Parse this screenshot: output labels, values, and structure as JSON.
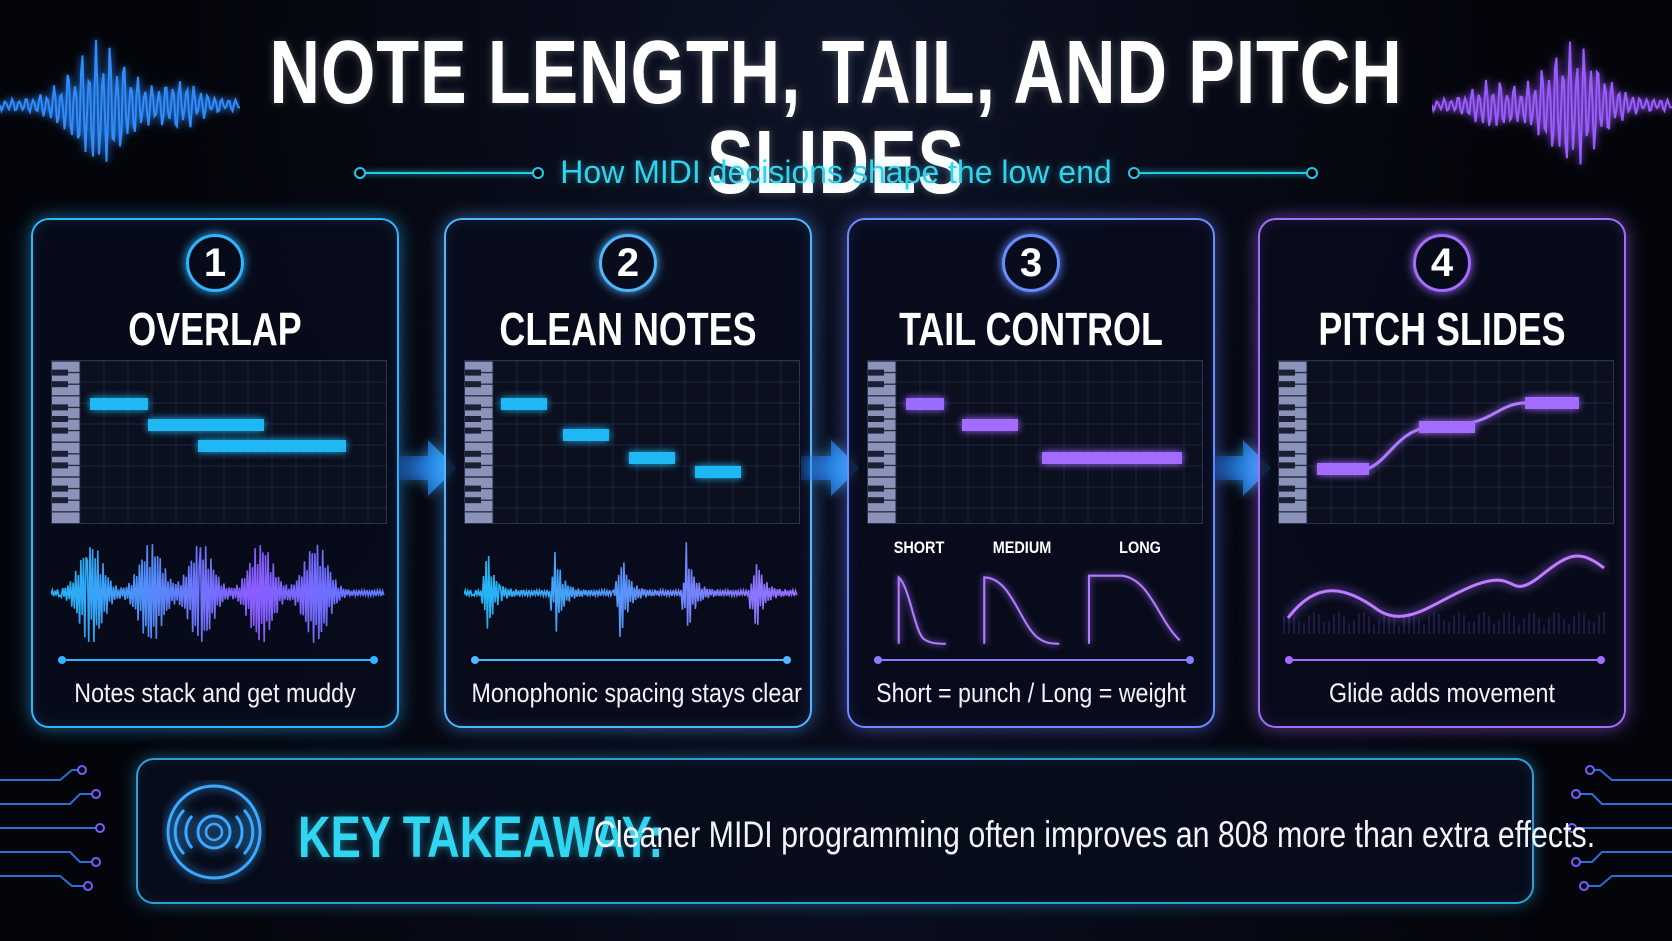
{
  "header": {
    "title": "NOTE LENGTH, TAIL, AND PITCH SLIDES",
    "subtitle": "How MIDI decisions shape the low end"
  },
  "colors": {
    "cyan": "#2fd6f2",
    "blue": "#2fb4ff",
    "purple": "#a46bff",
    "background": "#04050b"
  },
  "panels": [
    {
      "number": "1",
      "title": "OVERLAP",
      "caption": "Notes stack and get muddy"
    },
    {
      "number": "2",
      "title": "CLEAN NOTES",
      "caption": "Monophonic spacing stays clear"
    },
    {
      "number": "3",
      "title": "TAIL CONTROL",
      "caption": "Short = punch / Long = weight",
      "envelopes": [
        "SHORT",
        "MEDIUM",
        "LONG"
      ]
    },
    {
      "number": "4",
      "title": "PITCH SLIDES",
      "caption": "Glide adds movement"
    }
  ],
  "takeaway": {
    "label": "KEY TAKEAWAY:",
    "text": "Cleaner MIDI programming often improves an 808 more than extra effects.",
    "icon": "speaker-icon"
  }
}
